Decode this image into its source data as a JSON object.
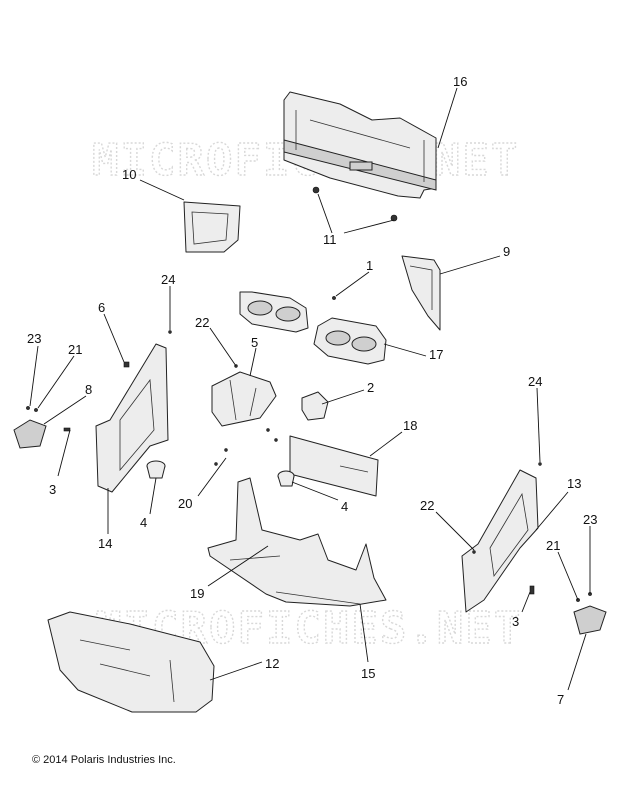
{
  "watermark": "MICROFICHES.NET",
  "copyright": "© 2014 Polaris Industries Inc.",
  "callouts": {
    "c16": "16",
    "c10": "10",
    "c11": "11",
    "c9": "9",
    "c1": "1",
    "c24a": "24",
    "c6": "6",
    "c22a": "22",
    "c5": "5",
    "c17": "17",
    "c23a": "23",
    "c21a": "21",
    "c8": "8",
    "c2": "2",
    "c18": "18",
    "c24b": "24",
    "c3a": "3",
    "c20": "20",
    "c4a": "4",
    "c4b": "4",
    "c14": "14",
    "c13": "13",
    "c22b": "22",
    "c23b": "23",
    "c21b": "21",
    "c19": "19",
    "c15": "15",
    "c3b": "3",
    "c12": "12",
    "c7": "7"
  }
}
